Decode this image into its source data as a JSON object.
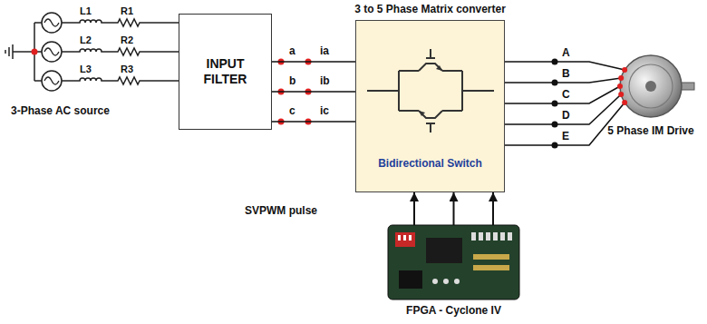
{
  "diagram": {
    "nodes": [
      {
        "text": [
          "INPUT FILTER"
        ]
      },
      {
        "text": [
          "3 to 5 Phase Matrix converter",
          "Bidirectional Switch"
        ]
      },
      {
        "text": [
          "5 Phase IM Drive"
        ]
      },
      {
        "text": [
          "FPGA - Cyclone IV"
        ]
      }
    ],
    "edges": [
      {
        "from": 0,
        "to": 1,
        "arrow": "none"
      },
      {
        "from": 0,
        "to": 1,
        "arrow": "none"
      },
      {
        "from": 0,
        "to": 1,
        "arrow": "none"
      },
      {
        "from": 1,
        "to": 2,
        "arrow": "none"
      },
      {
        "from": 1,
        "to": 2,
        "arrow": "none"
      },
      {
        "from": 1,
        "to": 2,
        "arrow": "none"
      },
      {
        "from": 1,
        "to": 2,
        "arrow": "none"
      },
      {
        "from": 1,
        "to": 2,
        "arrow": "none"
      },
      {
        "from": 3,
        "to": 1,
        "arrow": "to"
      },
      {
        "from": 3,
        "to": 1,
        "arrow": "to"
      },
      {
        "from": 3,
        "to": 1,
        "arrow": "to"
      }
    ],
    "labels": [
      "L1",
      "R1",
      "L2",
      "R2",
      "L3",
      "R3",
      "3-Phase AC source",
      "a",
      "ia",
      "b",
      "ib",
      "c",
      "ic",
      "A",
      "B",
      "C",
      "D",
      "E",
      "SVPWM pulse"
    ]
  }
}
